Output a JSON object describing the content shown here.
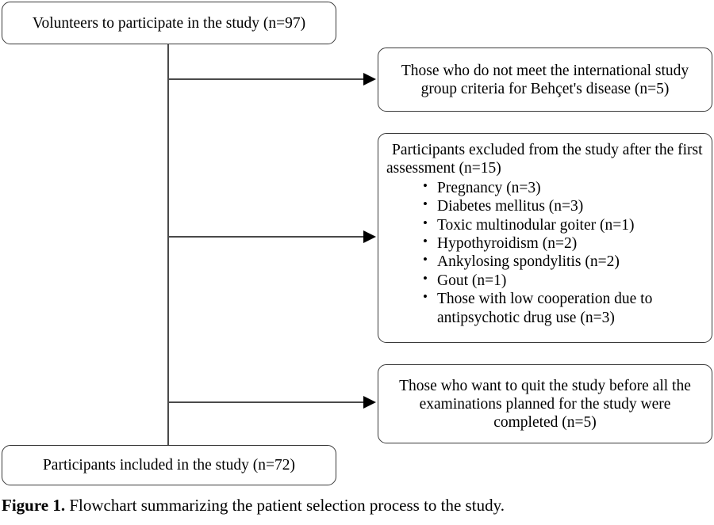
{
  "figure": {
    "caption_label": "Figure 1.",
    "caption_text": "Flowchart summarizing the patient selection process to the study."
  },
  "flowchart": {
    "type": "study-participant-flow",
    "enrollment": {
      "label": "Volunteers to participate in the study (n=97)",
      "n": 97
    },
    "final": {
      "label": "Participants included in the study (n=72)",
      "n": 72
    },
    "exclusions": [
      {
        "id": "criteria",
        "label": "Those who do not meet the international study group criteria for Behçet's disease (n=5)",
        "n": 5
      },
      {
        "id": "first-assessment",
        "heading": "Participants excluded from the study after the first assessment (n=15)",
        "n": 15,
        "items": [
          "Pregnancy (n=3)",
          "Diabetes mellitus (n=3)",
          "Toxic multinodular goiter (n=1)",
          "Hypothyroidism (n=2)",
          "Ankylosing spondylitis (n=2)",
          "Gout (n=1)",
          "Those with low cooperation due to antipsychotic drug use (n=3)"
        ]
      },
      {
        "id": "quit",
        "label": "Those who want to quit the study before all the examinations planned for the study were completed (n=5)",
        "n": 5
      }
    ]
  },
  "colors": {
    "box_border": "#3a3a3a",
    "connector": "#4a4a4a",
    "arrow": "#000000",
    "background": "#ffffff",
    "text": "#000000"
  }
}
